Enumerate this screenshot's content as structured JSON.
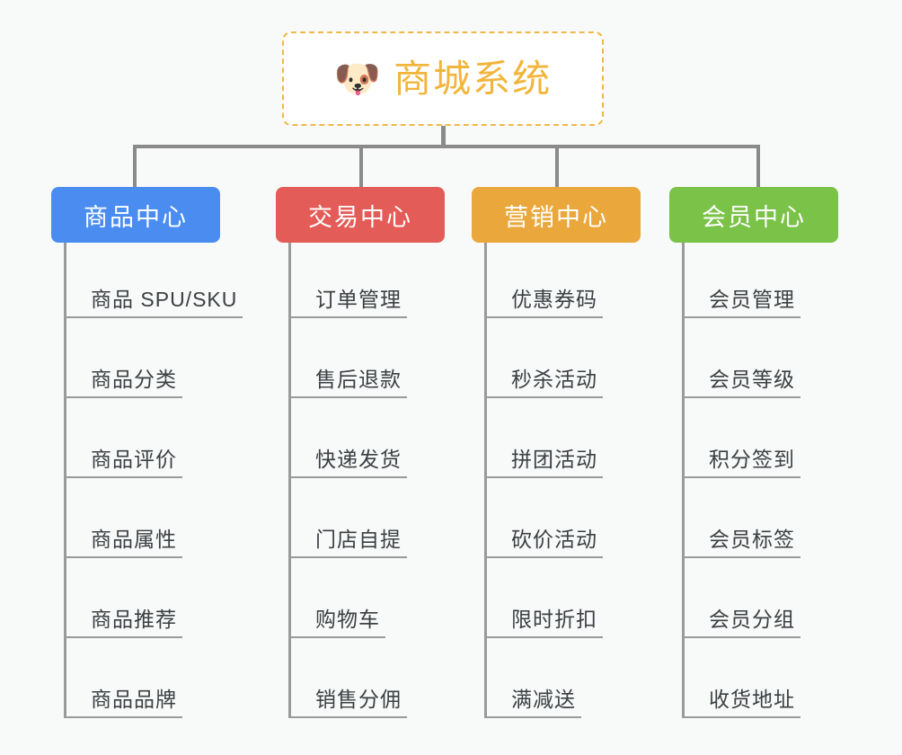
{
  "page": {
    "background_color": "#f8f9f9",
    "line_color": "#8a8a8a"
  },
  "root": {
    "icon": "dog-face-emoji",
    "emoji": "🐶",
    "title": "商城系统",
    "text_color": "#f2b53c",
    "border_color": "#f0b849",
    "background_color": "#ffffff"
  },
  "categories": [
    {
      "id": "product-center",
      "label": "商品中心",
      "color": "#4a8cf0",
      "items": [
        "商品 SPU/SKU",
        "商品分类",
        "商品评价",
        "商品属性",
        "商品推荐",
        "商品品牌"
      ]
    },
    {
      "id": "trade-center",
      "label": "交易中心",
      "color": "#e45c58",
      "items": [
        "订单管理",
        "售后退款",
        "快递发货",
        "门店自提",
        "购物车",
        "销售分佣"
      ]
    },
    {
      "id": "marketing-center",
      "label": "营销中心",
      "color": "#eaa83c",
      "items": [
        "优惠券码",
        "秒杀活动",
        "拼团活动",
        "砍价活动",
        "限时折扣",
        "满减送"
      ]
    },
    {
      "id": "member-center",
      "label": "会员中心",
      "color": "#78c council"
    }
  ]
}
